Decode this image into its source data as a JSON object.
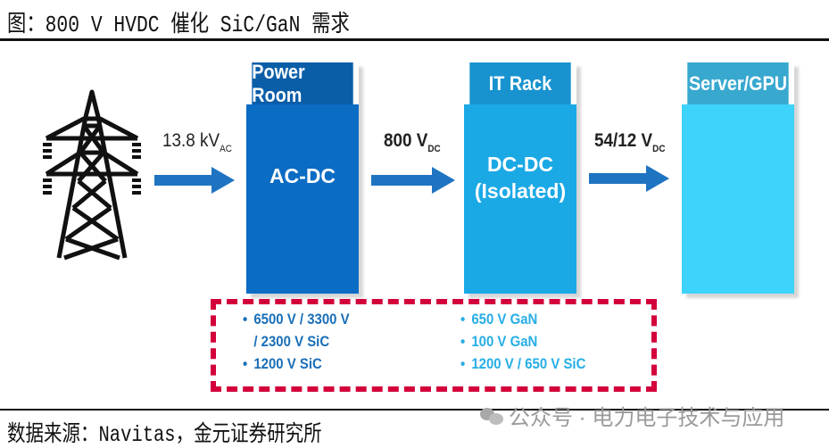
{
  "header": {
    "title": "图：800 V HVDC 催化 SiC/GaN 需求"
  },
  "diagram": {
    "source_icon": "transmission-tower-icon",
    "arrows": [
      {
        "label": "13.8 kV",
        "sub": "AC"
      },
      {
        "label": "800 V",
        "sub": "DC"
      },
      {
        "label": "54/12 V",
        "sub": "DC"
      }
    ],
    "stages": [
      {
        "header": "Power Room",
        "body": [
          "AC-DC"
        ],
        "header_color": "#0a5ea8",
        "body_color": "#0b6cc4"
      },
      {
        "header": "IT Rack",
        "body": [
          "DC-DC",
          "(Isolated)"
        ],
        "header_color": "#1893cf",
        "body_color": "#1ba9e6"
      },
      {
        "header": "Server/GPU",
        "body": [],
        "header_color": "#38a8cf",
        "body_color": "#3dd3fb"
      }
    ],
    "highlight_box_color": "#d3003b",
    "device_lists": [
      {
        "color": "#1a6fb8",
        "items": [
          "6500 V / 3300 V",
          "/ 2300 V SiC",
          "1200 V SiC"
        ],
        "bullets": [
          true,
          false,
          true
        ]
      },
      {
        "color": "#26aee6",
        "items": [
          "650 V GaN",
          "100 V GaN",
          "1200 V / 650 V SiC"
        ],
        "bullets": [
          true,
          true,
          true
        ]
      }
    ],
    "bullet_char": "•"
  },
  "footer": {
    "source": "数据来源：Navitas，金元证券研究所",
    "watermark": "公众号 · 电力电子技术与应用",
    "watermark_icon": "wechat-icon"
  }
}
